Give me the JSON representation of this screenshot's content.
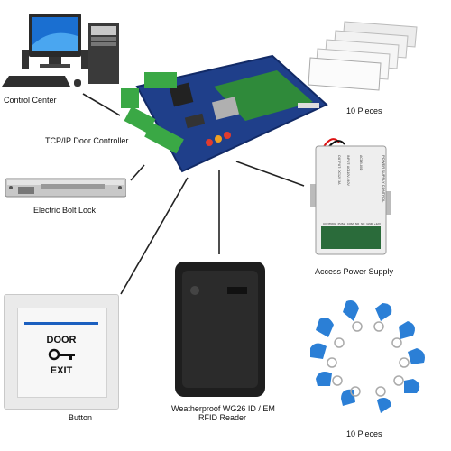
{
  "labels": {
    "control_center": "Control Center",
    "door_controller": "TCP/IP Door Controller",
    "cards": "10 Pieces",
    "bolt_lock": "Electric Bolt Lock",
    "power_supply": "Access Power Supply",
    "reader_line1": "Weatherproof  WG26 ID / EM",
    "reader_line2": "RFID Reader",
    "button": "Button",
    "keyfobs": "10 Pieces"
  },
  "button_face": {
    "top": "DOOR",
    "bottom": "EXIT"
  },
  "psu_face": {
    "title": "POWER SUPPLY CONTROL",
    "model": "ACDB-80D",
    "input": "INPUT: AC110V-240V",
    "output": "OUTPUT: DC12V  3A",
    "terminals": [
      "CONTROL",
      "PUSH",
      "COM",
      "NO",
      "NC",
      "GND",
      "+12V"
    ]
  },
  "colors": {
    "pcb_blue": "#1f3f8a",
    "terminal_green": "#3aa845",
    "fob_blue": "#2b7fd6",
    "bolt_silver": "#c8c8c8",
    "line": "#222222"
  }
}
